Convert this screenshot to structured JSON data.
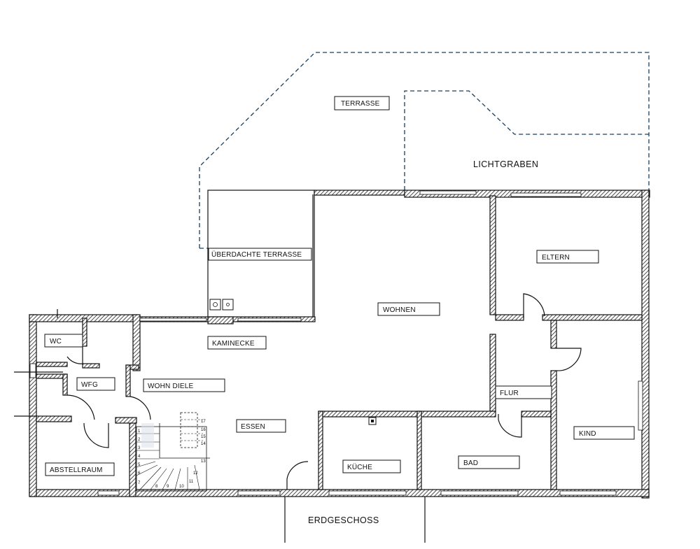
{
  "rooms": {
    "terrasse": "TERRASSE",
    "lichtgraben": "LICHTGRABEN",
    "ueberdachte_terrasse": "ÜBERDACHTE TERRASSE",
    "wohnen": "WOHNEN",
    "eltern": "ELTERN",
    "wc": "WC",
    "kaminecke": "KAMINECKE",
    "wfg": "WFG",
    "wohn_diele": "WOHN DIELE",
    "flur": "FLUR",
    "essen": "ESSEN",
    "kind": "KIND",
    "abstellraum": "ABSTELLRAUM",
    "kueche": "KÜCHE",
    "bad": "BAD"
  },
  "floor_label": "ERDGESCHOSS",
  "stair_steps": [
    "1",
    "2",
    "3",
    "4",
    "5",
    "6",
    "7",
    "8",
    "9",
    "10",
    "11",
    "12",
    "13",
    "14",
    "15",
    "16",
    "17"
  ],
  "colors": {
    "line": "#111111",
    "dashed_outline": "#1a3f5e",
    "hatch": "#222222"
  }
}
